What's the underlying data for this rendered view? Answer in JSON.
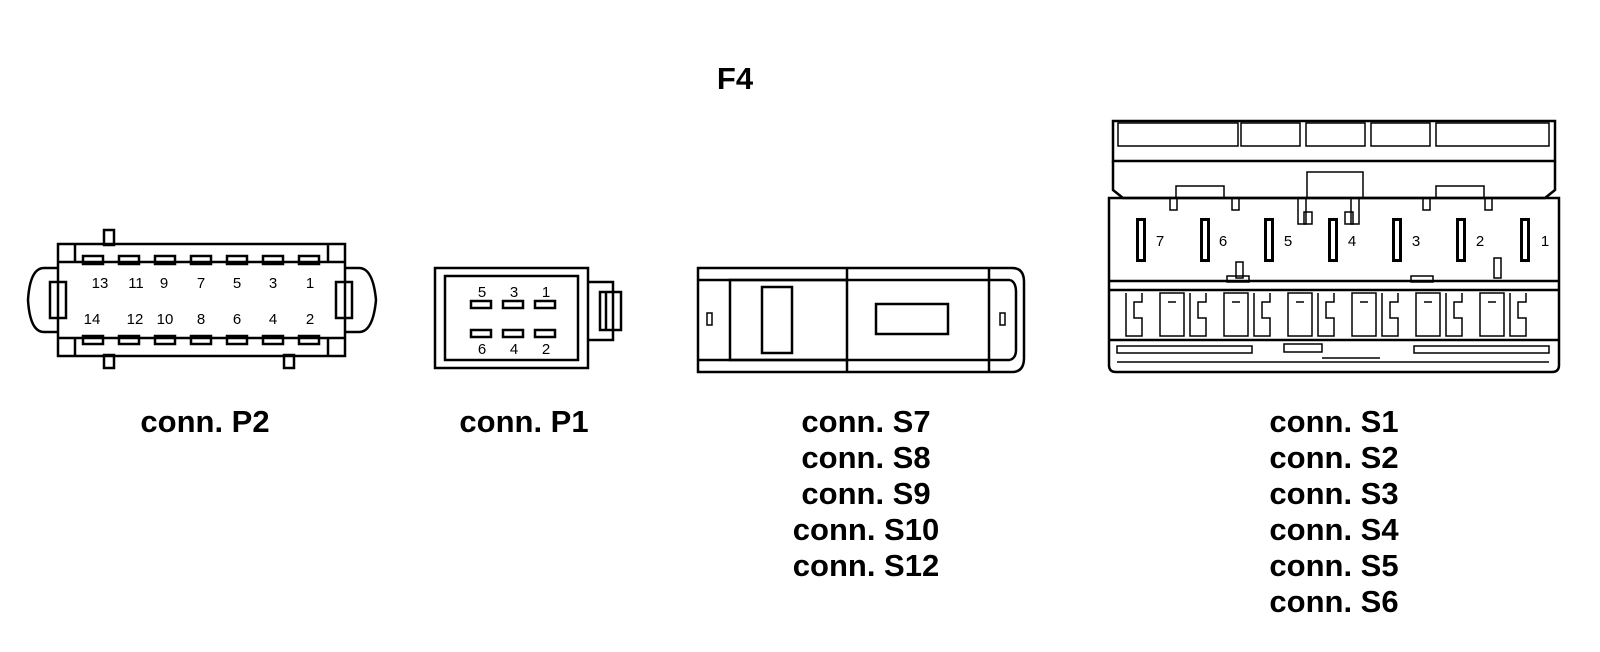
{
  "title": "F4",
  "connectors": {
    "p2": {
      "label": "conn. P2",
      "top_pins": [
        "13",
        "11",
        "9",
        "7",
        "5",
        "3",
        "1"
      ],
      "bottom_pins": [
        "14",
        "12",
        "10",
        "8",
        "6",
        "4",
        "2"
      ]
    },
    "p1": {
      "label": "conn. P1",
      "top_pins": [
        "5",
        "3",
        "1"
      ],
      "bottom_pins": [
        "6",
        "4",
        "2"
      ]
    },
    "s7": {
      "labels": [
        "conn. S7",
        "conn. S8",
        "conn. S9",
        "conn. S10",
        "conn. S12"
      ]
    },
    "s1": {
      "pins": [
        "7",
        "6",
        "5",
        "4",
        "3",
        "2",
        "1"
      ],
      "labels": [
        "conn. S1",
        "conn. S2",
        "conn. S3",
        "conn. S4",
        "conn. S5",
        "conn. S6"
      ]
    }
  }
}
